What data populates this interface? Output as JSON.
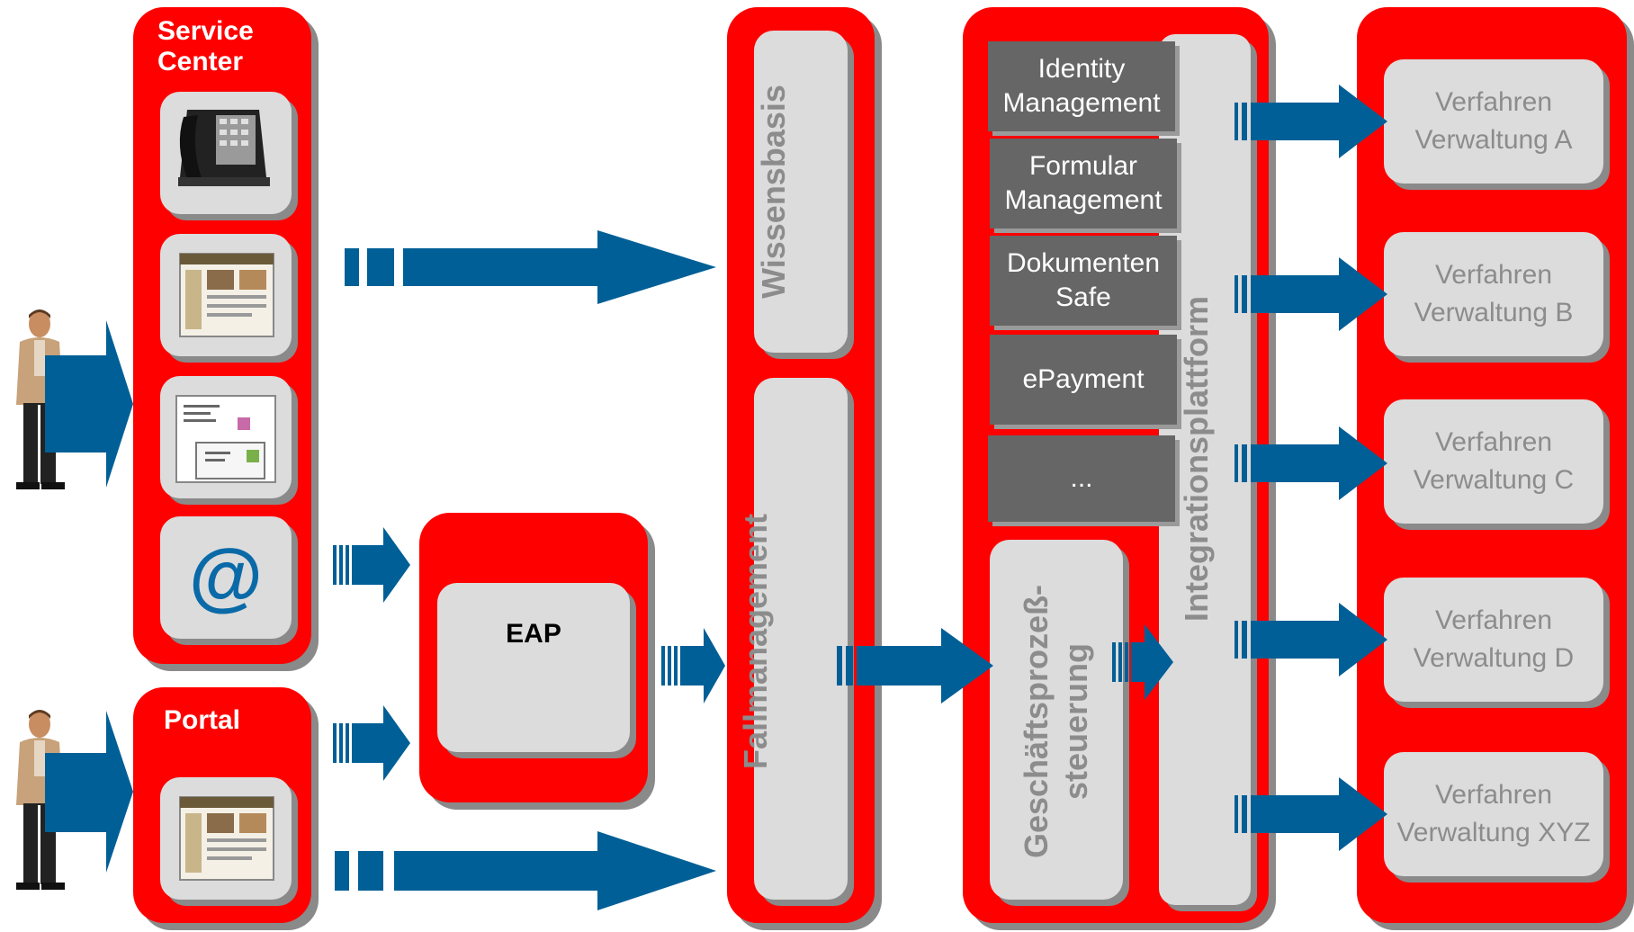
{
  "colors": {
    "red": "#ff0000",
    "arrow": "#005f96",
    "box_grey": "#dcdcdc",
    "box_dark": "#666666",
    "text_grey": "#8c8c8c"
  },
  "channels": {
    "service_center": {
      "title": "Service\nCenter",
      "icons": [
        "phone-icon",
        "website-icon",
        "form-icon",
        "at-sign-icon"
      ],
      "at_symbol": "@"
    },
    "portal": {
      "title": "Portal",
      "icons": [
        "website-icon"
      ]
    }
  },
  "eap": {
    "label": "EAP"
  },
  "middle": {
    "wissensbasis": "Wissensbasis",
    "fallmanagement": "Fallmanagement"
  },
  "platform": {
    "services": [
      "Identity\nManagement",
      "Formular\nManagement",
      "Dokumenten\nSafe",
      "ePayment",
      "..."
    ],
    "process_control": "Geschäftsprozeß-\nsteuerung",
    "integration": "Integrationsplattform"
  },
  "procedures": [
    "Verfahren\nVerwaltung A",
    "Verfahren\nVerwaltung B",
    "Verfahren\nVerwaltung C",
    "Verfahren\nVerwaltung D",
    "Verfahren\nVerwaltung XYZ"
  ]
}
